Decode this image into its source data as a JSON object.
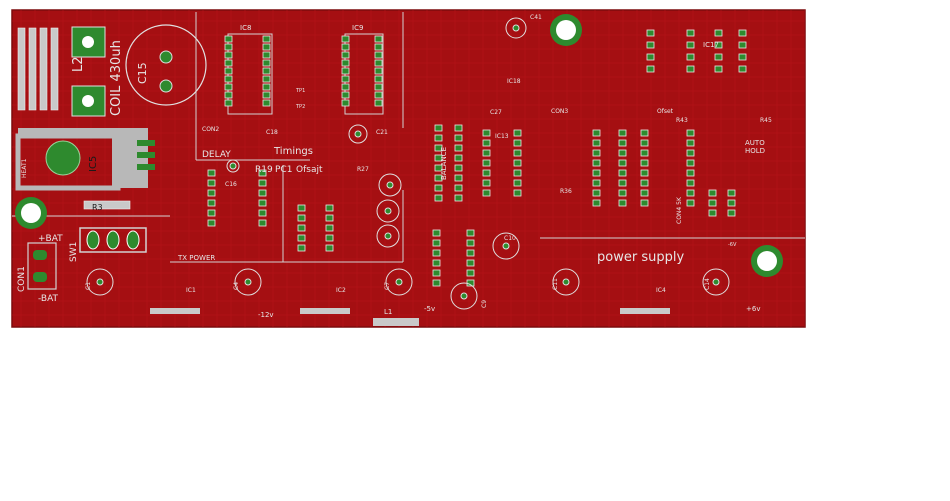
{
  "board": {
    "colors": {
      "fill": "#a50f12",
      "trace": "#c81e1e",
      "pad": "#2f8f2f",
      "silk": "#d8d8d8",
      "hole": "#ffffff"
    }
  },
  "labels": {
    "coil_label": "COIL 430uh",
    "l2": "L2",
    "c15": "C15",
    "ic5": "IC5",
    "heat1": "HEAT1",
    "timings": "Timings",
    "delay": "DELAY",
    "con2": "CON2",
    "r19": "R19",
    "pc1": "PC1",
    "ofsajt": "Ofsajt",
    "balance": "BALANCE",
    "con3": "CON3",
    "ic13": "IC13",
    "ic18": "IC18",
    "ic17": "IC17",
    "c41": "C41",
    "c27": "C27",
    "r27": "R27",
    "r36": "R36",
    "ofset": "Ofset",
    "auto": "AUTO",
    "hold": "HOLD",
    "r43": "R43",
    "r45": "R45",
    "con4": "CON4 5K",
    "power_supply": "power supply",
    "tx_power": "TX POWER",
    "bat_plus": "+BAT",
    "bat_minus": "-BAT",
    "sw1": "SW1",
    "con1": "CON1",
    "r3": "R3",
    "ic1": "IC1",
    "ic2": "IC2",
    "ic4": "IC4",
    "c1": "C1",
    "c4": "C4",
    "c7": "C7",
    "c9": "C9",
    "c10": "C10",
    "c11": "C11",
    "c14": "C14",
    "c21": "C21",
    "l1": "L1",
    "minus12v": "-12v",
    "minus5v": "-5v",
    "plus6v": "+6v",
    "minus6v": "-6V",
    "ic8": "IC8",
    "ic9": "IC9",
    "c16": "C16",
    "c18": "C18",
    "tp1": "TP1",
    "tp2": "TP2"
  }
}
